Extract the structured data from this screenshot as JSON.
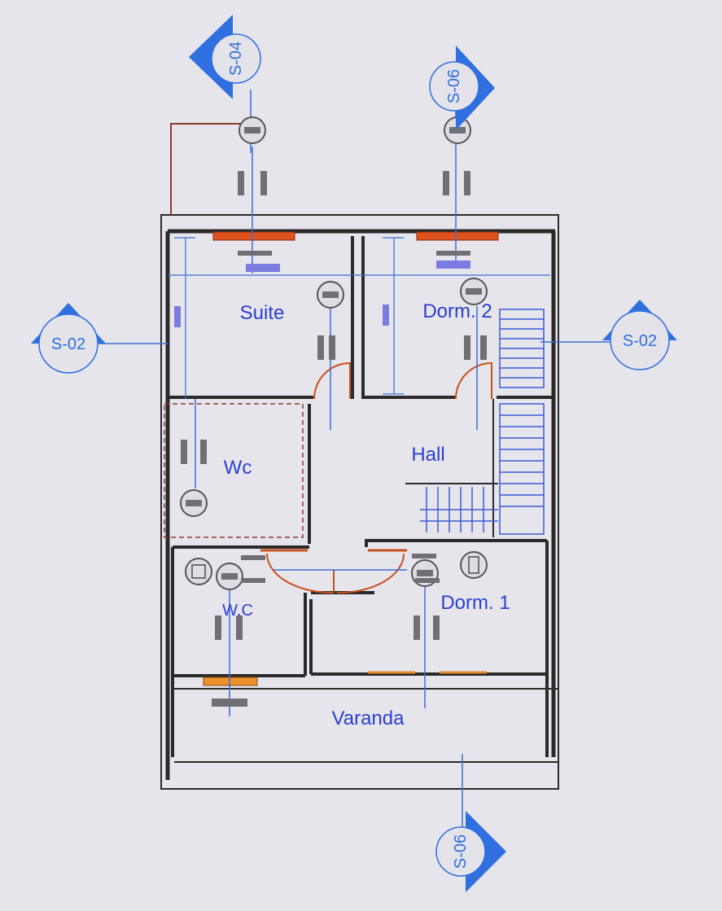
{
  "rooms": {
    "suite": "Suite",
    "dorm2": "Dorm. 2",
    "wc_upper": "Wc",
    "hall": "Hall",
    "wc_lower": "W.C",
    "dorm1": "Dorm. 1",
    "varanda": "Varanda"
  },
  "section_markers": {
    "s04_top": "S-04",
    "s06_top": "S-06",
    "s02_left": "S-02",
    "s02_right": "S-02",
    "s06_bottom": "S-06"
  },
  "colors": {
    "background": "#e7e5ec",
    "wall": "#2a2a2a",
    "annotation": "#3a6fd6",
    "marker_fill": "#2f6fe0",
    "window": "#e0531e",
    "door": "#c8501e",
    "fixture": "#707074"
  }
}
